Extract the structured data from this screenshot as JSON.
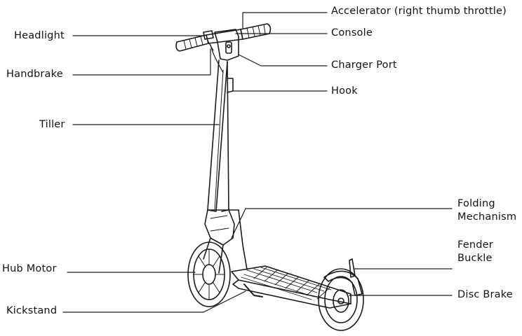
{
  "diagram": {
    "labels": {
      "accelerator": "Accelerator (right thumb throttle)",
      "console": "Console",
      "charger_port": "Charger Port",
      "hook": "Hook",
      "headlight": "Headlight",
      "handbrake": "Handbrake",
      "tiller": "Tiller",
      "folding_mechanism_1": "Folding",
      "folding_mechanism_2": "Mechanism",
      "fender_buckle_1": "Fender",
      "fender_buckle_2": "Buckle",
      "disc_brake": "Disc Brake",
      "hub_motor": "Hub Motor",
      "kickstand": "Kickstand"
    },
    "colors": {
      "line": "#1a1a1a",
      "text": "#111111",
      "background": "#ffffff"
    }
  }
}
